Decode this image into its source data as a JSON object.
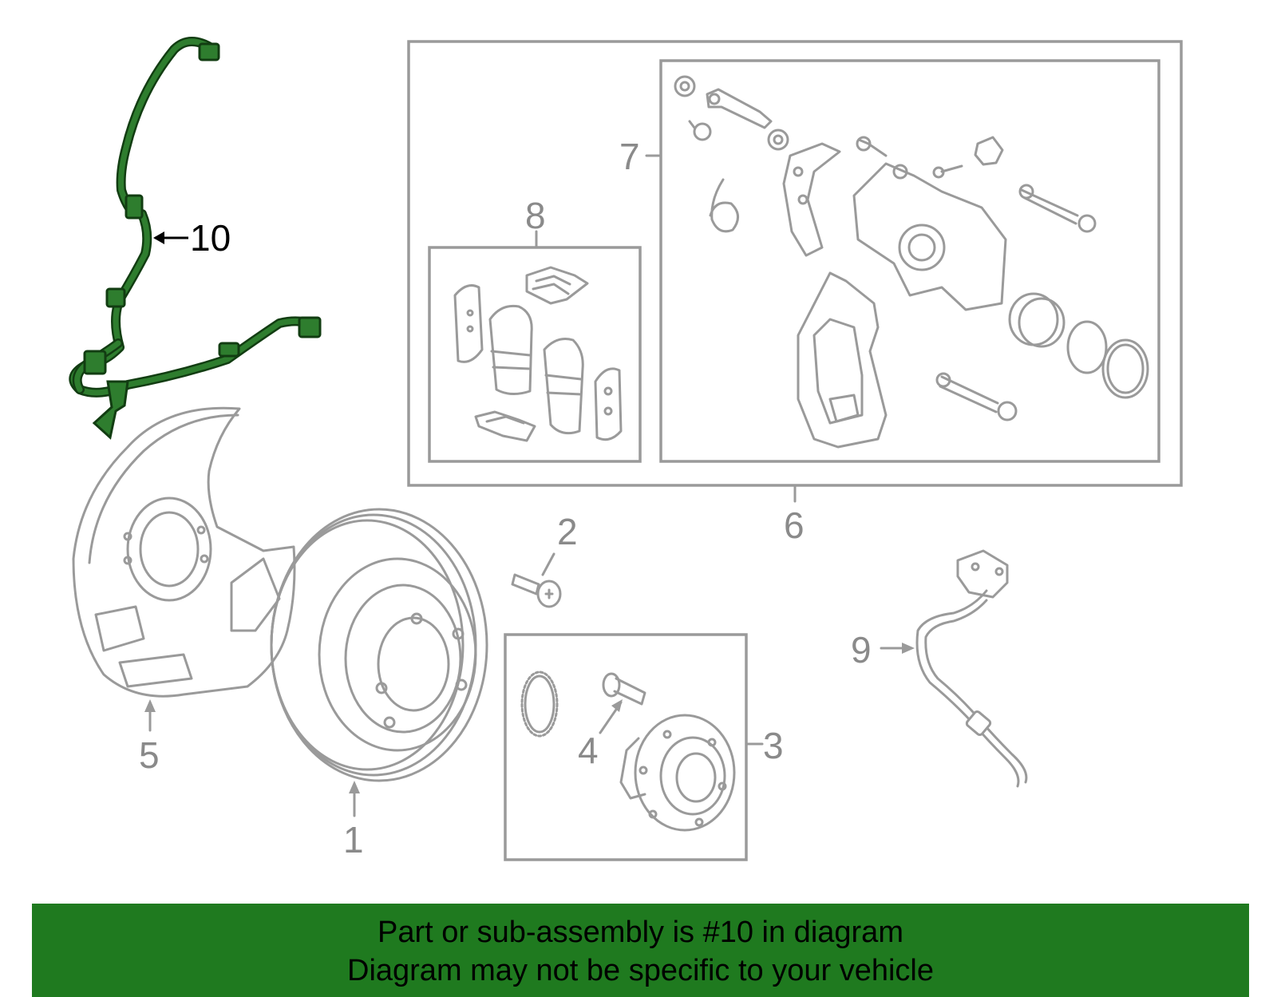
{
  "diagram": {
    "callouts": [
      "1",
      "2",
      "3",
      "4",
      "5",
      "6",
      "7",
      "8",
      "9",
      "10"
    ],
    "highlighted_part": "10",
    "highlight_color": "#2e7d2e"
  },
  "banner": {
    "line1": "Part or sub-assembly is #10 in diagram",
    "line2": "Diagram may not be specific to your vehicle",
    "background": "#1f7a1f"
  }
}
